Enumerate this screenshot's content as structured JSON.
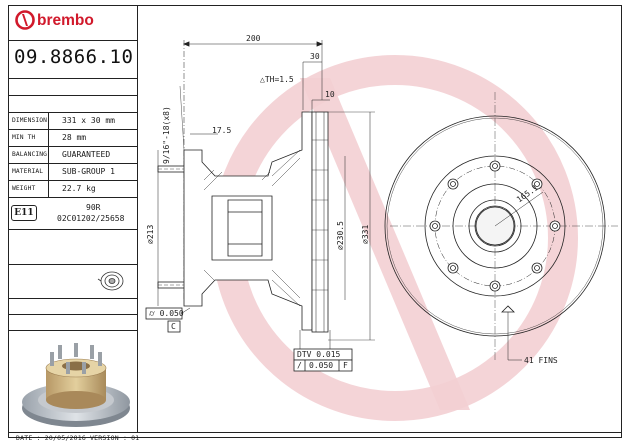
{
  "brand": {
    "name": "brembo"
  },
  "part_number": "09.8866.10",
  "specs": [
    {
      "key": "DIMENSION",
      "value": "331 x 30 mm"
    },
    {
      "key": "MIN TH",
      "value": "28 mm"
    },
    {
      "key": "BALANCING",
      "value": "GUARANTEED"
    },
    {
      "key": "MATERIAL",
      "value": "SUB-GROUP 1"
    },
    {
      "key": "WEIGHT",
      "value": "22.7 kg"
    }
  ],
  "approval": {
    "badge": "E11",
    "code": "90R",
    "number": "02C01202/25658"
  },
  "dimensions": {
    "overall_width": "200",
    "disc_thickness": "30",
    "min_thickness": "TH=1.5",
    "friction_offset": "10",
    "hub_offset": "17.5",
    "hub_dia": "⌀213",
    "inner_dia": "⌀230.5",
    "outer_dia": "⌀331",
    "stud": "9/16\"-18(x8)",
    "pcd": "165.1",
    "runout": "0.050",
    "datum_c": "C",
    "dtv": "DTV 0.015",
    "flatness": "0.050",
    "datum_f": "F",
    "fins": "41 FINS"
  },
  "footer": "DATE : 20/05/2016 VERSION : 01",
  "colors": {
    "brand_red": "#d1192b",
    "watermark": "#f2c9cd",
    "line": "#222222",
    "tan": "#cdb27a"
  }
}
